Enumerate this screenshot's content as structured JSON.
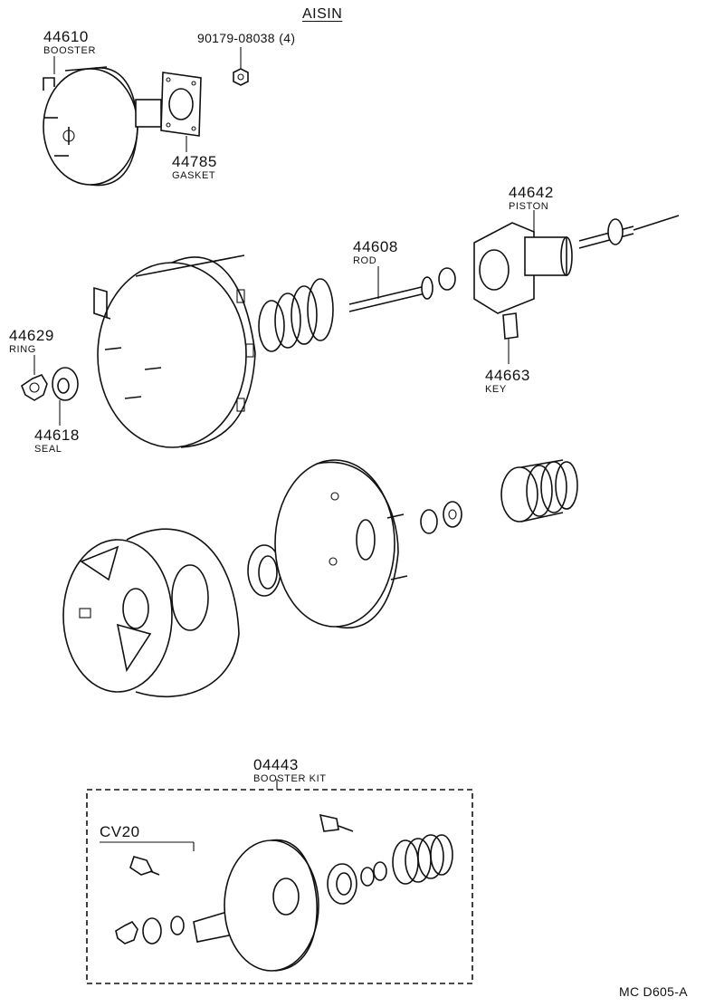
{
  "header": {
    "maker": "AISIN"
  },
  "parts": [
    {
      "number": "44610",
      "name": "BOOSTER"
    },
    {
      "number": "90179-08038",
      "qty": "(4)"
    },
    {
      "number": "44785",
      "name": "GASKET"
    },
    {
      "number": "44642",
      "name": "PISTON"
    },
    {
      "number": "44608",
      "name": "ROD"
    },
    {
      "number": "44629",
      "name": "RING"
    },
    {
      "number": "44663",
      "name": "KEY"
    },
    {
      "number": "44618",
      "name": "SEAL"
    }
  ],
  "kit": {
    "number": "04443",
    "name": "BOOSTER KIT",
    "variant": "CV20"
  },
  "figure_code": "MC D605-A"
}
